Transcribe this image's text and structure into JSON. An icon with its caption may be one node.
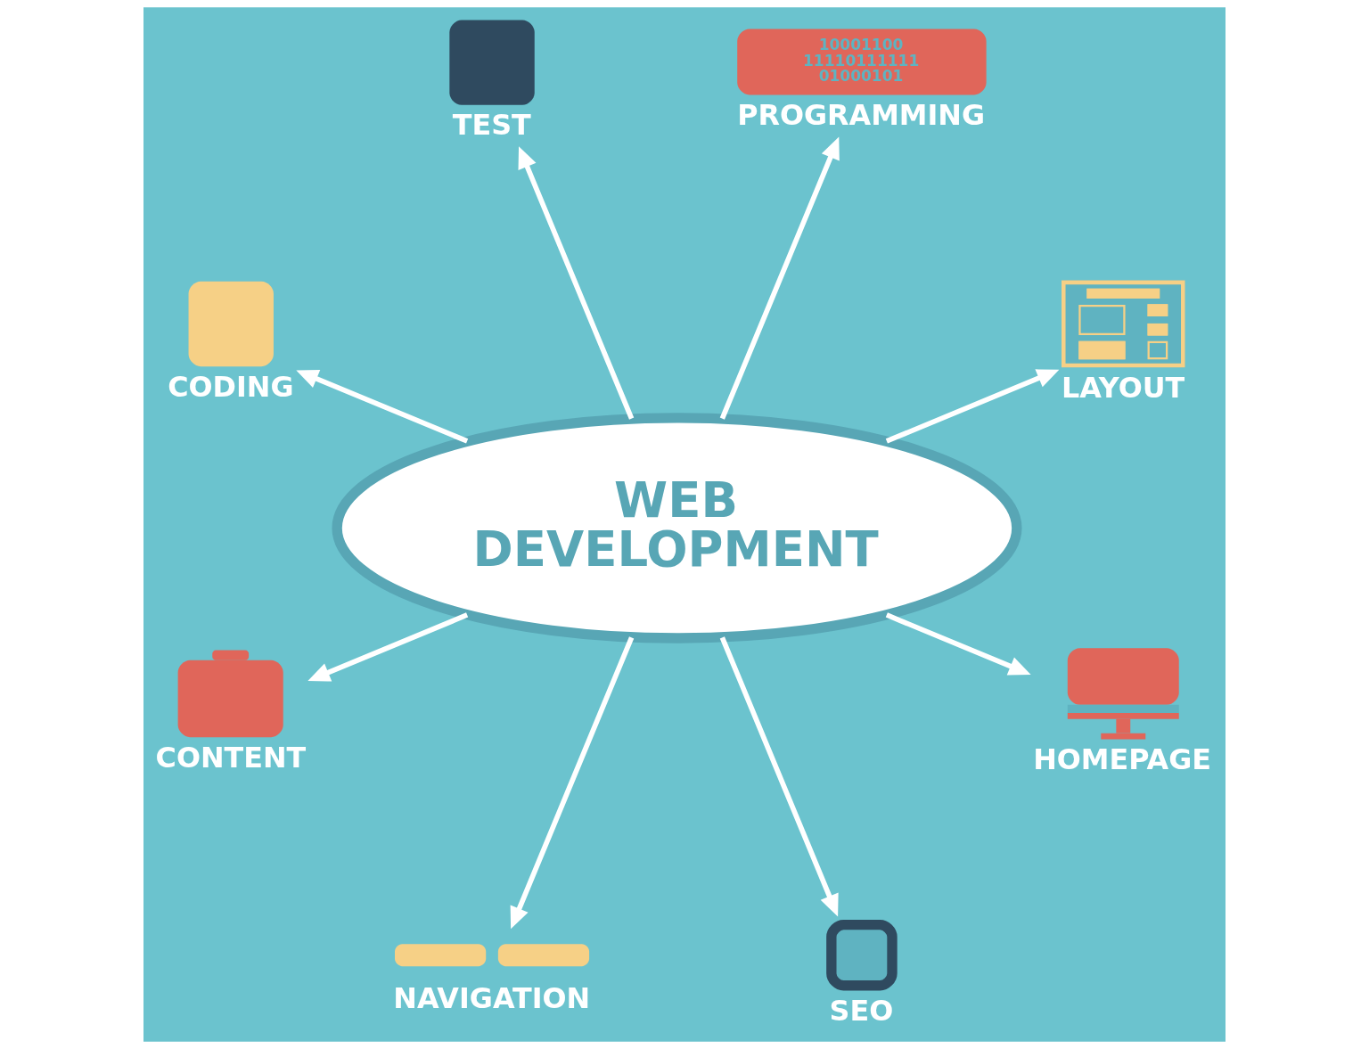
{
  "diagram": {
    "nodes": [
      {
        "text": [
          "WEB DEVELOPMENT"
        ]
      },
      {
        "text": [
          "CODING"
        ]
      },
      {
        "text": [
          "TEST"
        ]
      },
      {
        "text": [
          "10001100 11110111111 01000101",
          "PROGRAMMING"
        ]
      },
      {
        "text": [
          "LAYOUT"
        ]
      },
      {
        "text": [
          "HOMEPAGE"
        ]
      },
      {
        "text": [
          "SEO"
        ]
      },
      {
        "text": [
          "NAVIGATION"
        ]
      },
      {
        "text": [
          "CONTENT"
        ]
      }
    ],
    "edges": [
      {
        "from": 0,
        "to": 1,
        "arrow": "to"
      },
      {
        "from": 0,
        "to": 2,
        "arrow": "to"
      },
      {
        "from": 0,
        "to": 3,
        "arrow": "to"
      },
      {
        "from": 0,
        "to": 4,
        "arrow": "to"
      },
      {
        "from": 0,
        "to": 5,
        "arrow": "to"
      },
      {
        "from": 0,
        "to": 6,
        "arrow": "to"
      },
      {
        "from": 0,
        "to": 7,
        "arrow": "to"
      },
      {
        "from": 0,
        "to": 8,
        "arrow": "to"
      }
    ]
  }
}
